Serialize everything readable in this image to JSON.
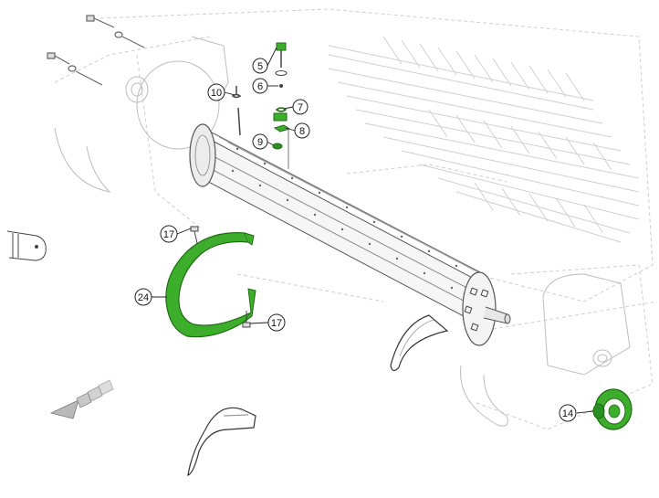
{
  "diagram": {
    "callouts": [
      {
        "id": "c5",
        "label": "5"
      },
      {
        "id": "c6",
        "label": "6"
      },
      {
        "id": "c7",
        "label": "7"
      },
      {
        "id": "c8",
        "label": "8"
      },
      {
        "id": "c9",
        "label": "9"
      },
      {
        "id": "c10",
        "label": "10"
      },
      {
        "id": "c14",
        "label": "14"
      },
      {
        "id": "c17a",
        "label": "17"
      },
      {
        "id": "c17b",
        "label": "17"
      },
      {
        "id": "c24",
        "label": "24"
      }
    ],
    "colors": {
      "highlight": "#3dae2b",
      "highlight_dark": "#1f6b14",
      "ghost_line": "#c9c9c9",
      "line": "#555555"
    }
  }
}
